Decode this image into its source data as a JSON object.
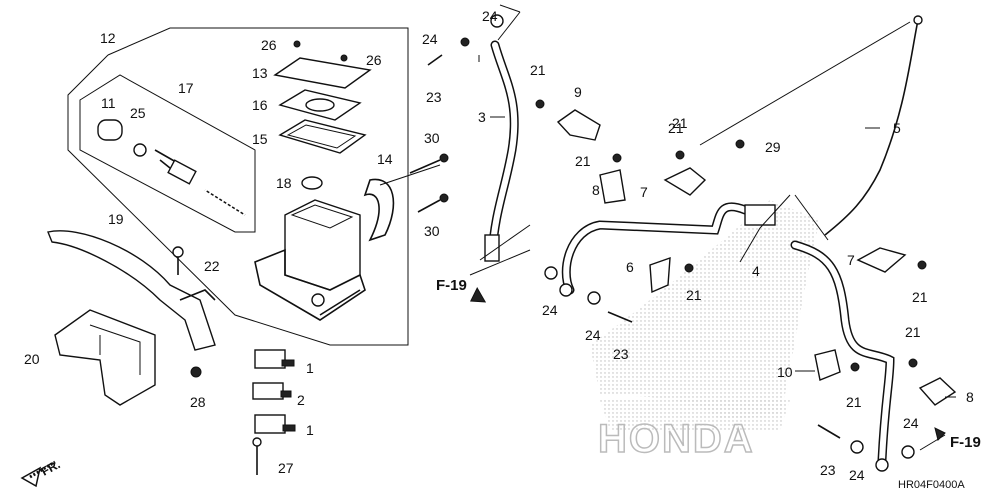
{
  "diagram": {
    "callouts": [
      "1",
      "1",
      "2",
      "3",
      "4",
      "5",
      "6",
      "7",
      "7",
      "8",
      "8",
      "9",
      "10",
      "11",
      "12",
      "13",
      "14",
      "15",
      "16",
      "17",
      "18",
      "19",
      "20",
      "21",
      "21",
      "21",
      "21",
      "21",
      "21",
      "21",
      "21",
      "22",
      "23",
      "23",
      "23",
      "24",
      "24",
      "24",
      "24",
      "24",
      "24",
      "25",
      "26",
      "26",
      "27",
      "28",
      "29",
      "30",
      "30"
    ],
    "ref_labels": [
      "F-19",
      "F-19"
    ],
    "front_arrow": "FR.",
    "watermark": "HONDA",
    "figure_code": "HR04F0400A"
  }
}
